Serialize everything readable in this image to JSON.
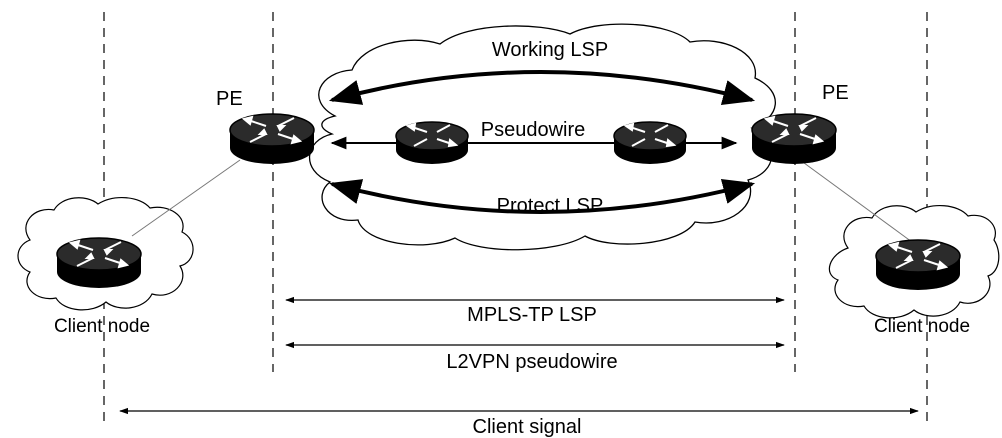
{
  "labels": {
    "pe_left": "PE",
    "pe_right": "PE",
    "working_lsp": "Working LSP",
    "pseudowire": "Pseudowire",
    "protect_lsp": "Protect LSP",
    "mpls_tp_lsp": "MPLS-TP LSP",
    "l2vpn_pseudowire": "L2VPN pseudowire",
    "client_node_left": "Client node",
    "client_node_right": "Client node",
    "client_signal": "Client signal"
  },
  "icons": {
    "router": "router-icon",
    "cloud": "cloud-icon"
  },
  "colors": {
    "line": "#000000",
    "router_top": "#2b2b2b",
    "router_side": "#000000"
  }
}
